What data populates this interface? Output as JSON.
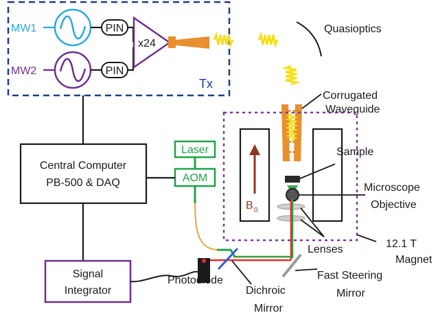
{
  "colors": {
    "mw1": "#29a9e0",
    "mw2": "#6d2f8e",
    "tx_box": "#1b3a8c",
    "laser": "#22a04a",
    "magnet_box": "#7a3b98",
    "signal_box": "#6d2f8e",
    "waveguide": "#e88f2e",
    "beam_red": "#e32b2b",
    "beam_green": "#3d9a3d",
    "spring": "#f4e01a",
    "b0_arrow": "#8b3a1f"
  },
  "labels": {
    "mw1": "MW1",
    "mw2": "MW2",
    "pin": "PIN",
    "amp": "x24",
    "tx": "Tx",
    "quasioptics": "Quasioptics",
    "waveguide_line1": "Corrugated",
    "waveguide_line2": "Waveguide",
    "sample": "Sample",
    "microscope_line1": "Microscope",
    "microscope_line2": "Objective",
    "lenses": "Lenses",
    "magnet_line1": "12.1 T",
    "magnet_line2": "Magnet",
    "b0_main": "B",
    "b0_sub": "0",
    "laser": "Laser",
    "aom": "AOM",
    "computer_line1": "Central Computer",
    "computer_line2": "PB-500 & DAQ",
    "integrator_line1": "Signal",
    "integrator_line2": "Integrator",
    "photodiode": "Photodiode",
    "dichroic_line1": "Dichroic",
    "dichroic_line2": "Mirror",
    "steering_line1": "Fast Steering",
    "steering_line2": "Mirror"
  }
}
